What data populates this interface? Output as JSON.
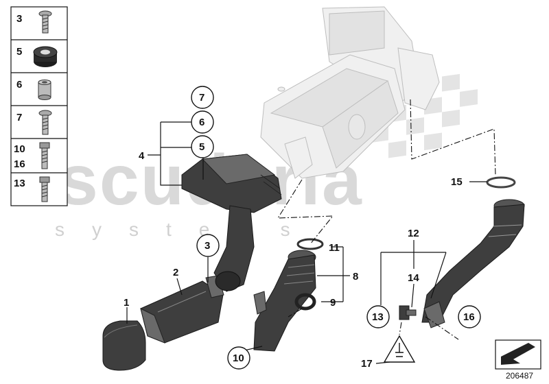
{
  "watermark": {
    "brand": "scuderia",
    "tagline": "systems"
  },
  "legend": [
    {
      "numbers": [
        "3"
      ],
      "icon": "screw-icon"
    },
    {
      "numbers": [
        "5"
      ],
      "icon": "grommet-icon"
    },
    {
      "numbers": [
        "6"
      ],
      "icon": "sleeve-icon"
    },
    {
      "numbers": [
        "7"
      ],
      "icon": "screw-icon"
    },
    {
      "numbers": [
        "10",
        "16"
      ],
      "icon": "hex-bolt-icon"
    },
    {
      "numbers": [
        "13"
      ],
      "icon": "hex-bolt-icon"
    }
  ],
  "callouts": {
    "c1": "1",
    "c2": "2",
    "c3": "3",
    "c4": "4",
    "c5": "5",
    "c6": "6",
    "c7": "7",
    "c8": "8",
    "c9": "9",
    "c10": "10",
    "c11": "11",
    "c12": "12",
    "c13": "13",
    "c14": "14",
    "c15": "15",
    "c16": "16",
    "c17": "17"
  },
  "reference_number": "206487",
  "colors": {
    "part": "#3e3e3e",
    "ghost_part": "#f0f0f0",
    "watermark": "#d9d9d9",
    "line": "#111111"
  }
}
